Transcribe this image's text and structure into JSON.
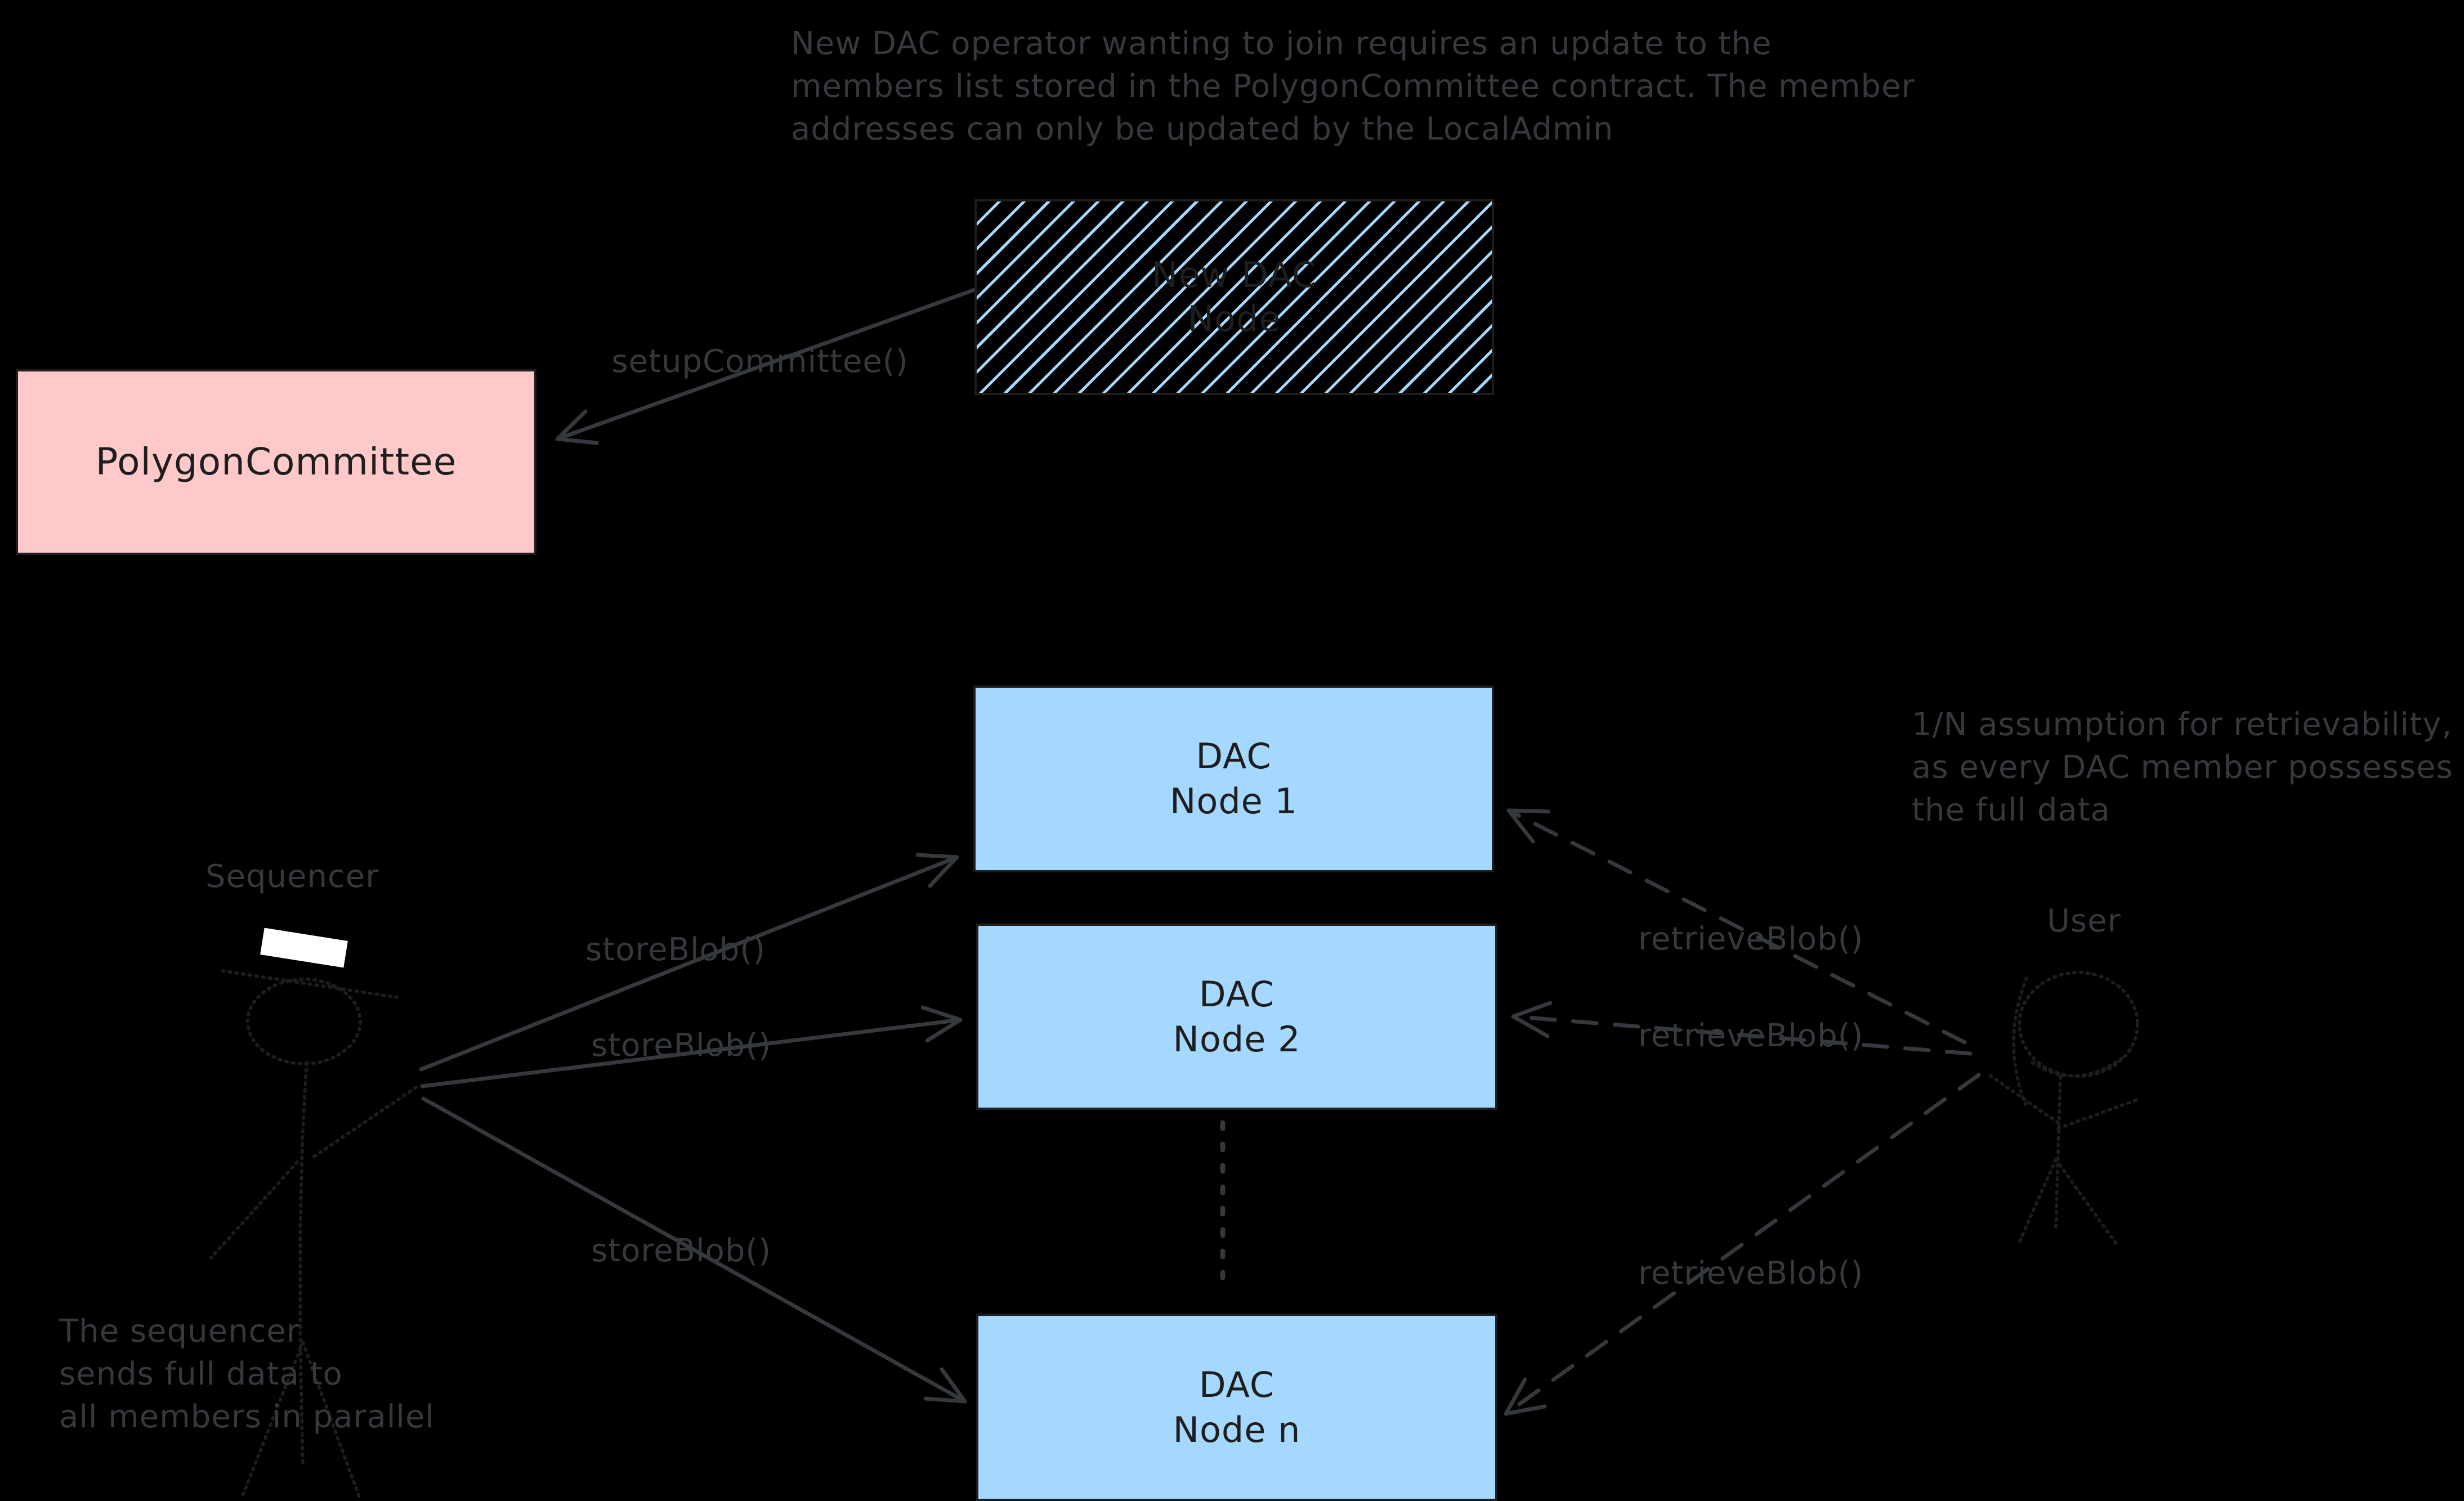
{
  "colors": {
    "background": "#000000",
    "annotation_gray": "#35393d",
    "figure_stroke": "#1b1d1f",
    "dark_stroke": "#1e1e1e",
    "blue_fill": "#a5d8ff",
    "pink_fill": "#ffc9c9",
    "hat_white": "#ffffff"
  },
  "annotations": {
    "top_note": {
      "lines": [
        "New DAC operator wanting to join requires an update to the",
        "members list stored in the PolygonCommittee contract. The member",
        "addresses can only be updated by the LocalAdmin"
      ]
    },
    "retrievability_note": {
      "lines": [
        "1/N assumption for retrievability,",
        "as every DAC member possesses",
        "the full data"
      ]
    },
    "parallel_note": {
      "lines": [
        "The sequencer",
        "sends full data to",
        "all members in parallel"
      ]
    }
  },
  "labels": {
    "sequencer": "Sequencer",
    "user": "User",
    "setup_committee": "setupCommittee()",
    "store_blob": "storeBlob()",
    "retrieve_blob": "retrieveBlob()"
  },
  "nodes": {
    "polygon_committee": {
      "label": "PolygonCommittee"
    },
    "new_dac_node": {
      "lines": [
        "New DAC",
        "Node"
      ]
    },
    "dac_node_1": {
      "lines": [
        "DAC",
        "Node 1"
      ]
    },
    "dac_node_2": {
      "lines": [
        "DAC",
        "Node 2"
      ]
    },
    "dac_node_n": {
      "lines": [
        "DAC",
        "Node n"
      ]
    }
  }
}
